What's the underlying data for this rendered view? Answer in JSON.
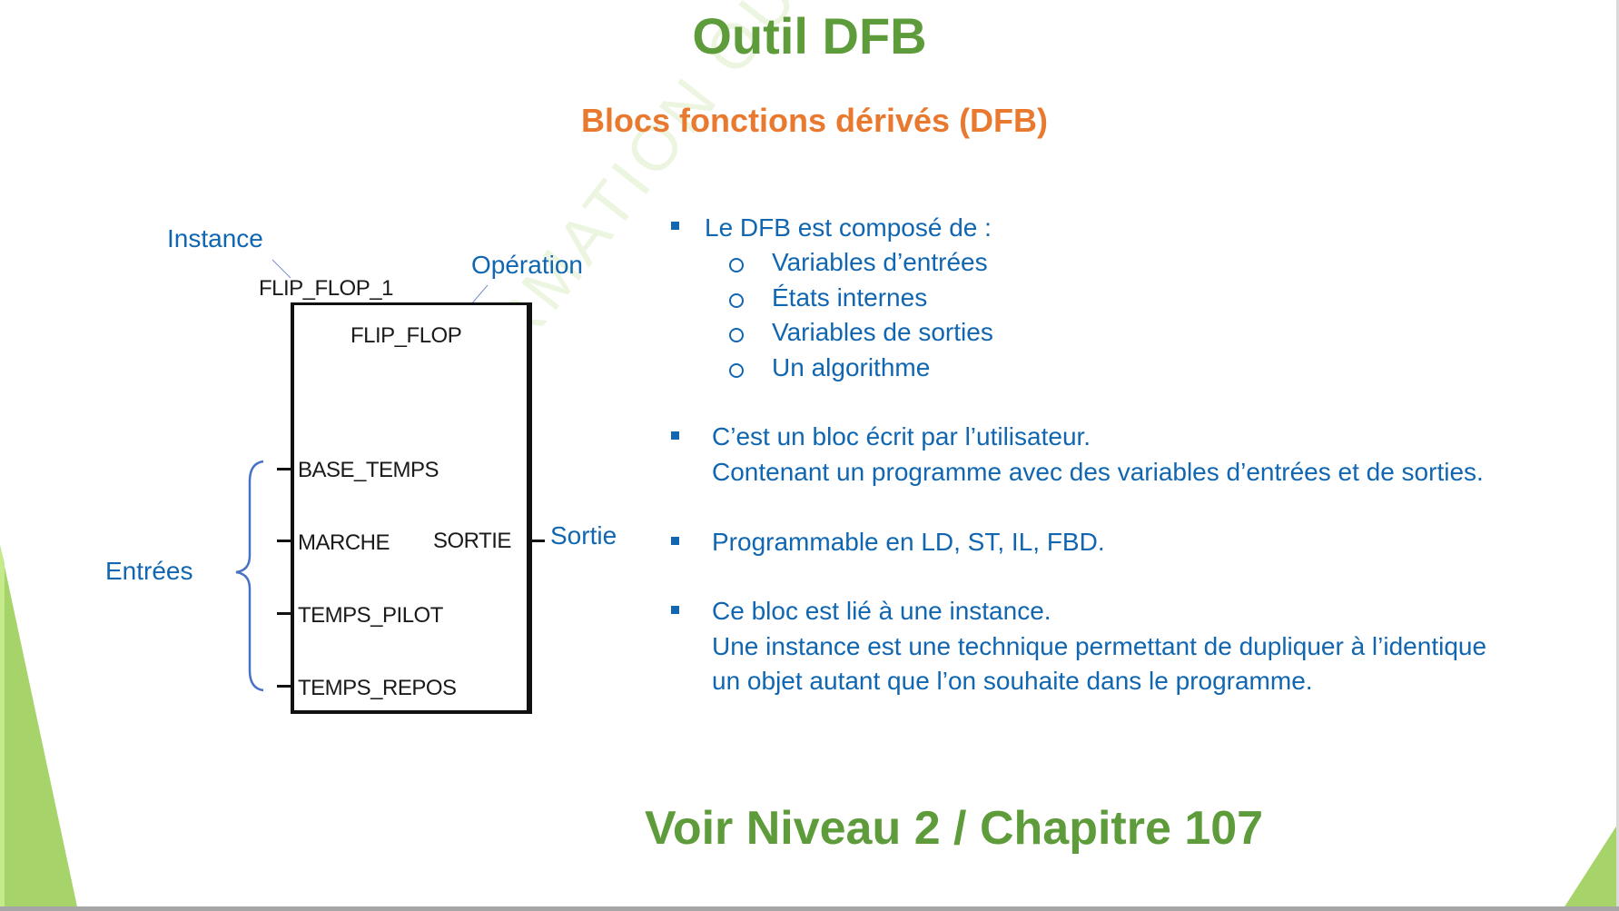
{
  "slide": {
    "title": "Outil DFB",
    "subtitle": "Blocs fonctions dérivés (DFB)",
    "footer": "Voir Niveau 2 / Chapitre 107",
    "watermark": "AEI FORMATION OUEST",
    "colors": {
      "title_green": "#5e9c3b",
      "subtitle_orange": "#e8792e",
      "body_blue": "#1066b0",
      "accent_lime": "#a6d46a"
    }
  },
  "diagram": {
    "annotations": {
      "instance": "Instance",
      "operation": "Opération",
      "inputs": "Entrées",
      "output": "Sortie"
    },
    "instance_name": "FLIP_FLOP_1",
    "block_type": "FLIP_FLOP",
    "inputs": [
      "BASE_TEMPS",
      "MARCHE",
      "TEMPS_PILOT",
      "TEMPS_REPOS"
    ],
    "outputs": [
      "SORTIE"
    ]
  },
  "bullets": [
    {
      "text": "Le DFB est composé de :",
      "subitems": [
        "Variables d’entrées",
        "États internes",
        "Variables de sorties",
        "Un algorithme"
      ]
    },
    {
      "lines": [
        "C’est un bloc écrit par l’utilisateur.",
        "Contenant  un programme avec des variables  d’entrées et de sorties."
      ]
    },
    {
      "lines": [
        "Programmable en LD, ST, IL, FBD."
      ]
    },
    {
      "lines": [
        "Ce bloc est lié à une instance.",
        "Une instance est une technique permettant de dupliquer à l’identique",
        "un objet autant que l’on souhaite dans le programme."
      ]
    }
  ]
}
